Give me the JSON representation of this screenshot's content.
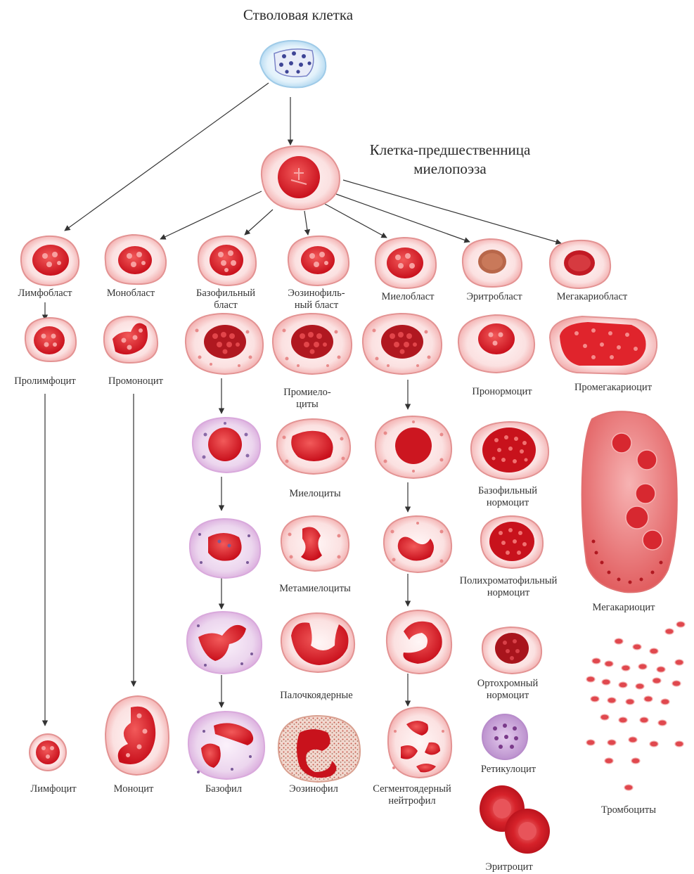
{
  "diagram": {
    "title": "Стволовая клетка",
    "progenitor": "Клетка-предшественница\nмиелопоэза",
    "labels": {
      "lymphoblast": "Лимфобласт",
      "monoblast": "Монобласт",
      "basoblast": "Базофильный\nбласт",
      "eosinoblast": "Эозинофиль-\nный бласт",
      "myeloblast": "Миелобласт",
      "erythroblast": "Эритробласт",
      "megakaryoblast": "Мегакариобласт",
      "prolymphocyte": "Пролимфоцит",
      "promonocyte": "Промоноцит",
      "promyelocytes": "Промиело-\nциты",
      "pronormocyte": "Пронормоцит",
      "promegakaryocyte": "Промегакариоцит",
      "myelocytes": "Миелоциты",
      "basophilic_normocyte": "Базофильный\nнормоцит",
      "metamyelocytes": "Метамиелоциты",
      "polychromatophilic_normocyte": "Полихроматофильный\nнормоцит",
      "megakaryocyte": "Мегакариоцит",
      "band": "Палочкоядерные",
      "orthochromic_normocyte": "Ортохромный\nнормоцит",
      "lymphocyte": "Лимфоцит",
      "monocyte": "Моноцит",
      "basophil": "Базофил",
      "eosinophil": "Эозинофил",
      "segmented_neutrophil": "Сегментоядерный\nнейтрофил",
      "reticulocyte": "Ретикулоцит",
      "platelets": "Тромбоциты",
      "erythrocyte": "Эритроцит"
    },
    "colors": {
      "nucleus": "#e0242c",
      "cytoplasm": "#fbe3e3",
      "membrane": "#ec9a9a",
      "stem_cytoplasm": "#dff0fa",
      "stem_nucleus": "#7a84c8",
      "basophil_cytoplasm": "#ecd8ee",
      "eosinophil_granules": "#c85a4a",
      "reticulocyte": "#c9a3d6",
      "megakaryocyte": "#ef8a8a",
      "erythroblast_nucleus": "#b8674a"
    }
  }
}
